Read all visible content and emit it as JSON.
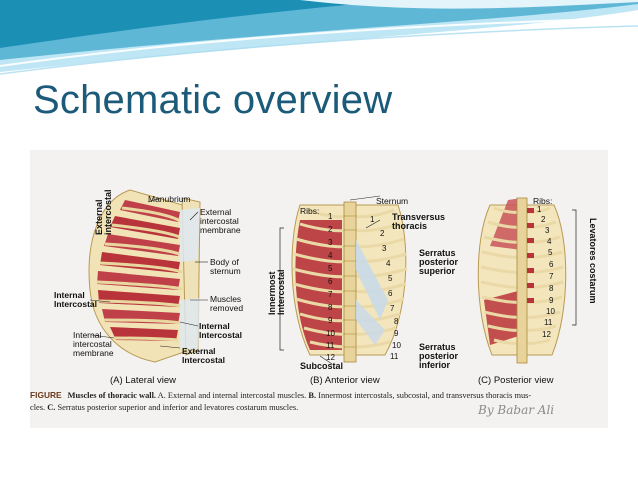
{
  "slide": {
    "title": "Schematic overview",
    "colors": {
      "title": "#1c5a7a",
      "swoosh_dark": "#1c8fb5",
      "swoosh_light": "#bfe6f4",
      "muscle": "#b8333a",
      "bone": "#ead9a6"
    }
  },
  "figure": {
    "panel_a": {
      "view_label": "(A)  Lateral view",
      "labels": {
        "external_intercostal_top": "External\nintercostal",
        "manubrium": "Manubrium",
        "external_intercostal_membrane": "External\nintercostal\nmembrane",
        "body_of_sternum": "Body of\nsternum",
        "internal_intercostal_left": "Internal\nIntercostal",
        "muscles_removed": "Muscles\nremoved",
        "internal_intercostal_right": "Internal\nIntercostal",
        "internal_intercostal_membrane": "Internal\nintercostal\nmembrane",
        "external_intercostal_bottom": "External\nIntercostal"
      }
    },
    "panel_b": {
      "view_label": "(B)  Anterior view",
      "labels": {
        "ribs": "Ribs:",
        "sternum": "Sternum",
        "transversus_thoracis": "Transversus\nthoracis",
        "innermost_intercostal": "Innermost\nIntercostal",
        "subcostal": "Subcostal"
      },
      "rib_numbers_left": [
        "1",
        "2",
        "3",
        "4",
        "5",
        "6",
        "7",
        "8",
        "9",
        "10",
        "11",
        "12"
      ],
      "rib_numbers_right": [
        "1",
        "2",
        "3",
        "4",
        "5",
        "6",
        "7",
        "8",
        "9",
        "10",
        "11"
      ]
    },
    "panel_c": {
      "view_label": "(C)  Posterior view",
      "labels": {
        "ribs": "Ribs:",
        "serratus_posterior_superior": "Serratus\nposterior\nsuperior",
        "serratus_posterior_inferior": "Serratus\nposterior\ninferior",
        "levatores_costarum": "Levatores costarum"
      },
      "rib_numbers": [
        "1",
        "2",
        "3",
        "4",
        "5",
        "6",
        "7",
        "8",
        "9",
        "10",
        "11",
        "12"
      ]
    },
    "caption": {
      "figure_word": "FIGURE",
      "bold_part": "Muscles of thoracic wall.",
      "text_a": " A. External and internal intercostal muscles. ",
      "b_label": "B.",
      "text_b": " Innermost intercostals, subcostal, and transversus thoracis mus-",
      "line2": "cles. ",
      "c_label": "C.",
      "text_c": " Serratus posterior superior and inferior and levatores costarum muscles."
    },
    "signature": "By Babar Ali"
  }
}
